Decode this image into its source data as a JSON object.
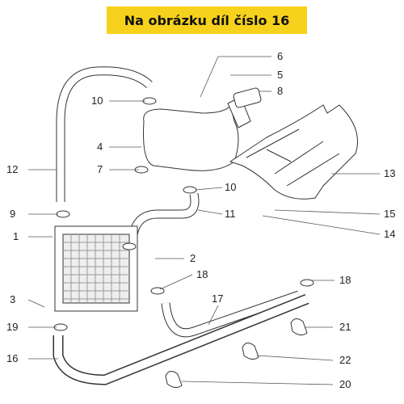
{
  "banner": {
    "text": "Na obrázku díl číslo 16"
  },
  "callouts": [
    "6",
    "5",
    "8",
    "10",
    "4",
    "12",
    "7",
    "10",
    "13",
    "9",
    "11",
    "15",
    "14",
    "1",
    "2",
    "18",
    "18",
    "17",
    "3",
    "19",
    "21",
    "16",
    "22",
    "20"
  ],
  "colors": {
    "banner": "#f7d21c",
    "line": "#333333",
    "highlight": "#f7d21c"
  }
}
